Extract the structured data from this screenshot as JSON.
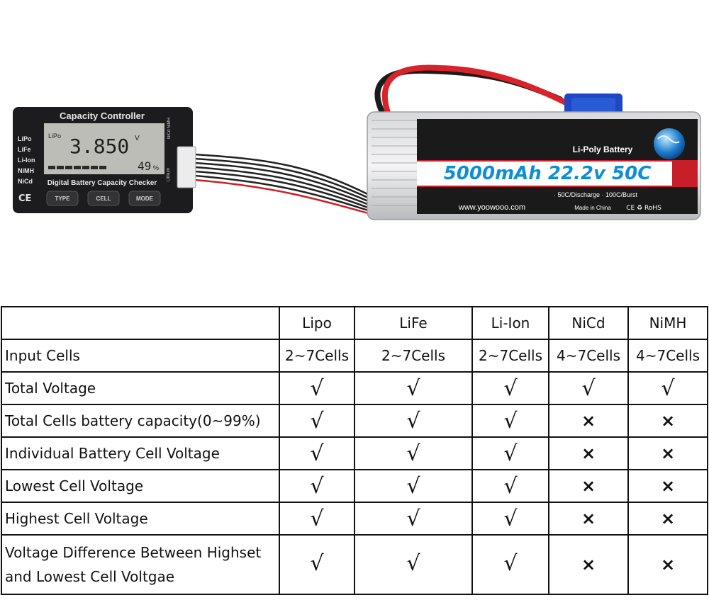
{
  "checker": {
    "title": "Capacity Controller",
    "types": [
      "LiPo",
      "LiFe",
      "Li-Ion",
      "NiMH",
      "NiCd"
    ],
    "lcd_type": "LiPo",
    "lcd_voltage": "3.850",
    "lcd_unit": "V",
    "lcd_percent": "49",
    "lcd_percent_unit": "%",
    "brand_line": "Digital Battery Capacity Checker",
    "ce_mark": "CE",
    "buttons": [
      "TYPE",
      "CELL",
      "MODE"
    ],
    "side_label": "Lithium",
    "side_label2": "NiCd NiMH"
  },
  "battery": {
    "label": "Li-Poly Battery",
    "spec": "5000mAh 22.2v 50C",
    "discharge": "· 50C/Discharge  · 100C/Burst",
    "website": "www.yoowooo.com",
    "origin": "Made in China",
    "marks": "CE ♻ RoHS"
  },
  "colors": {
    "checker_body": "#1c1c1e",
    "lcd": "#bdbdb7",
    "battery_label_bg": "#1a1a1a",
    "battery_band": "#c81e2a",
    "spec_text": "#0d8fd6",
    "wire_red": "#d8232a",
    "connector_blue": "#1f47c4"
  },
  "table": {
    "headers": [
      "",
      "Lipo",
      "LiFe",
      "Li-Ion",
      "NiCd",
      "NiMH"
    ],
    "rows": [
      {
        "label": "Input Cells",
        "cells": [
          "2~7Cells",
          "2~7Cells",
          "2~7Cells",
          "4~7Cells",
          "4~7Cells"
        ]
      },
      {
        "label": "Total Voltage",
        "cells": [
          "√",
          "√",
          "√",
          "√",
          "√"
        ]
      },
      {
        "label": "Total Cells battery capacity(0~99%)",
        "cells": [
          "√",
          "√",
          "√",
          "×",
          "×"
        ]
      },
      {
        "label": "Individual Battery Cell Voltage",
        "cells": [
          "√",
          "√",
          "√",
          "×",
          "×"
        ]
      },
      {
        "label": "Lowest Cell Voltage",
        "cells": [
          "√",
          "√",
          "√",
          "×",
          "×"
        ]
      },
      {
        "label": "Highest Cell Voltage",
        "cells": [
          "√",
          "√",
          "√",
          "×",
          "×"
        ]
      },
      {
        "label": "Voltage Difference Between Highset and Lowest Cell Voltgae",
        "cells": [
          "√",
          "√",
          "√",
          "×",
          "×"
        ]
      }
    ]
  }
}
